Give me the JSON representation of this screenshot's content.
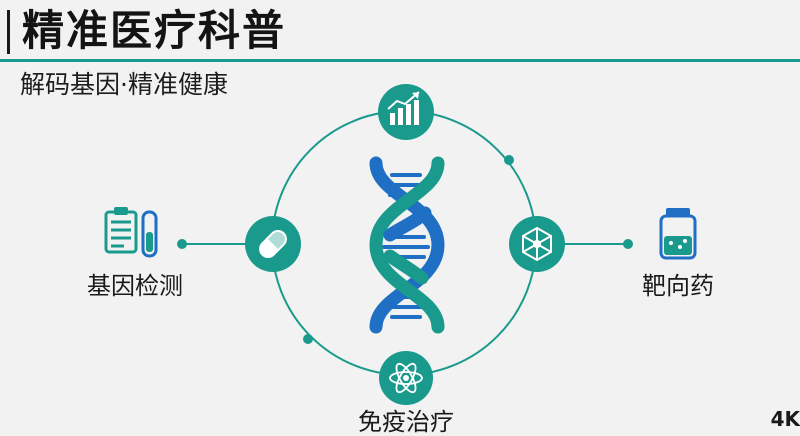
{
  "header": {
    "title": "精准医疗科普",
    "subtitle": "解码基因·精准健康"
  },
  "nodes": {
    "left_label": "基因检测",
    "right_label": "靶向药",
    "bottom_label": "免疫治疗"
  },
  "watermark": "4K",
  "colors": {
    "teal": "#1a9a8d",
    "blue": "#1f6fc4",
    "dark": "#141414",
    "background": "#f1f2f1"
  },
  "icons": {
    "top": "chart-growth-icon",
    "left_inner": "capsule-pill-icon",
    "right_inner": "molecule-icon",
    "bottom": "atom-icon",
    "left_outer": "clipboard-test-tube-icon",
    "right_outer": "medicine-bottle-icon",
    "center": "dna-helix-icon"
  }
}
